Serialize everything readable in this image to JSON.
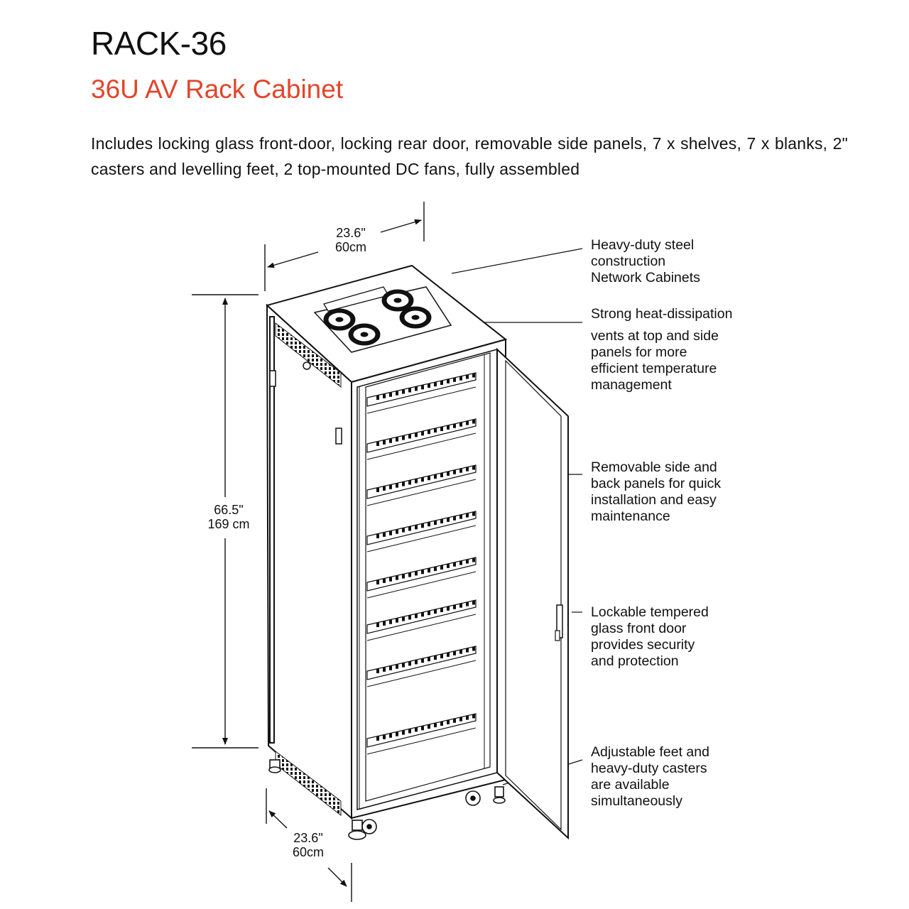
{
  "header": {
    "title": "RACK-36",
    "subtitle": "36U AV Rack Cabinet",
    "description": "Includes locking glass front-door, locking rear door, removable side panels, 7 x shelves, 7 x blanks, 2\" casters and levelling feet, 2 top-mounted DC fans, fully assembled"
  },
  "dimensions": {
    "top_width": {
      "imperial": "23.6\"",
      "metric": "60cm"
    },
    "height": {
      "imperial": "66.5\"",
      "metric": "169 cm"
    },
    "bottom_depth": {
      "imperial": "23.6\"",
      "metric": "60cm"
    }
  },
  "callouts": [
    {
      "lines": [
        "Heavy-duty steel",
        "construction",
        "Network Cabinets"
      ]
    },
    {
      "lines": [
        "Strong heat-dissipation",
        "vents at top and side",
        "panels for more",
        "efficient temperature",
        "management"
      ]
    },
    {
      "lines": [
        "Removable side and",
        "back panels for quick",
        "installation and easy",
        "maintenance"
      ]
    },
    {
      "lines": [
        "Lockable tempered",
        "glass front door",
        "provides security",
        "and protection"
      ]
    },
    {
      "lines": [
        "Adjustable feet and",
        "heavy-duty casters",
        "are available",
        "simultaneously"
      ]
    }
  ],
  "colors": {
    "accent": "#e2452b",
    "line": "#111111"
  }
}
